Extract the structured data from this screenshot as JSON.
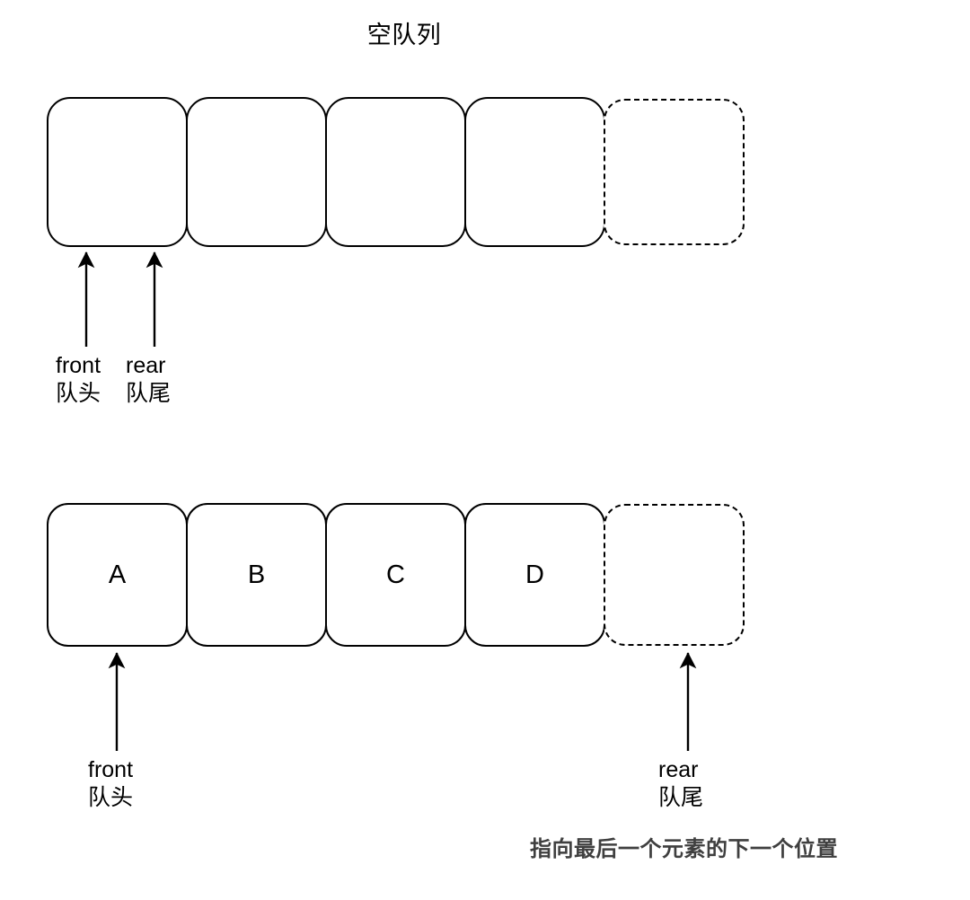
{
  "diagram": {
    "title": "空队列",
    "caption": "指向最后一个元素的下一个位置",
    "rows": [
      {
        "id": "empty-queue",
        "cells": [
          {
            "value": "",
            "style": "solid"
          },
          {
            "value": "",
            "style": "solid"
          },
          {
            "value": "",
            "style": "solid"
          },
          {
            "value": "",
            "style": "solid"
          },
          {
            "value": "",
            "style": "dashed"
          }
        ],
        "pointers": [
          {
            "name": "front",
            "en": "front",
            "zh": "队头"
          },
          {
            "name": "rear",
            "en": "rear",
            "zh": "队尾"
          }
        ]
      },
      {
        "id": "filled-queue",
        "cells": [
          {
            "value": "A",
            "style": "solid"
          },
          {
            "value": "B",
            "style": "solid"
          },
          {
            "value": "C",
            "style": "solid"
          },
          {
            "value": "D",
            "style": "solid"
          },
          {
            "value": "",
            "style": "dashed"
          }
        ],
        "pointers": [
          {
            "name": "front",
            "en": "front",
            "zh": "队头"
          },
          {
            "name": "rear",
            "en": "rear",
            "zh": "队尾"
          }
        ]
      }
    ],
    "colors": {
      "stroke": "#000000",
      "background": "#ffffff",
      "caption_text": "#3f3f3f"
    }
  }
}
